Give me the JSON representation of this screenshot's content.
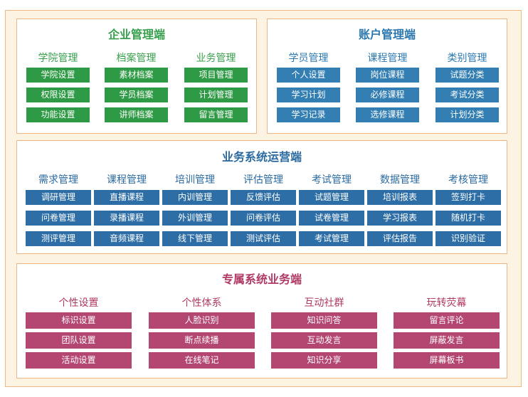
{
  "enterprise": {
    "title": "企业管理端",
    "columns": [
      {
        "header": "学院管理",
        "items": [
          "学院设置",
          "权限设置",
          "功能设置"
        ]
      },
      {
        "header": "档案管理",
        "items": [
          "素材档案",
          "学员档案",
          "讲师档案"
        ]
      },
      {
        "header": "业务管理",
        "items": [
          "项目管理",
          "计划管理",
          "留言管理"
        ]
      }
    ]
  },
  "account": {
    "title": "账户管理端",
    "columns": [
      {
        "header": "学员管理",
        "items": [
          "个人设置",
          "学习计划",
          "学习记录"
        ]
      },
      {
        "header": "课程管理",
        "items": [
          "岗位课程",
          "必修课程",
          "选修课程"
        ]
      },
      {
        "header": "类别管理",
        "items": [
          "试题分类",
          "考试分类",
          "计划分类"
        ]
      }
    ]
  },
  "operations": {
    "title": "业务系统运营端",
    "columns": [
      {
        "header": "需求管理",
        "items": [
          "调研管理",
          "问卷管理",
          "测评管理"
        ]
      },
      {
        "header": "课程管理",
        "items": [
          "直播课程",
          "录播课程",
          "音频课程"
        ]
      },
      {
        "header": "培训管理",
        "items": [
          "内训管理",
          "外训管理",
          "线下管理"
        ]
      },
      {
        "header": "评估管理",
        "items": [
          "反馈评估",
          "问卷评估",
          "测试评估"
        ]
      },
      {
        "header": "考试管理",
        "items": [
          "试题管理",
          "试卷管理",
          "考试管理"
        ]
      },
      {
        "header": "数据管理",
        "items": [
          "培训报表",
          "学习报表",
          "评估报告"
        ]
      },
      {
        "header": "考核管理",
        "items": [
          "签到打卡",
          "随机打卡",
          "识别验证"
        ]
      }
    ]
  },
  "exclusive": {
    "title": "专属系统业务端",
    "columns": [
      {
        "header": "个性设置",
        "items": [
          "标识设置",
          "团队设置",
          "活动设置"
        ]
      },
      {
        "header": "个性体系",
        "items": [
          "人脸识别",
          "断点续播",
          "在线笔记"
        ]
      },
      {
        "header": "互动社群",
        "items": [
          "知识问答",
          "互动发言",
          "知识分享"
        ]
      },
      {
        "header": "玩转荧幕",
        "items": [
          "留言评论",
          "屏蔽发言",
          "屏幕板书"
        ]
      }
    ]
  },
  "colors": {
    "frame_bg": "#fdf3e3",
    "frame_border": "#efb784",
    "green": "#2f9a45",
    "blue": "#337eb3",
    "navy": "#2e6ea6",
    "pink": "#b44771"
  }
}
